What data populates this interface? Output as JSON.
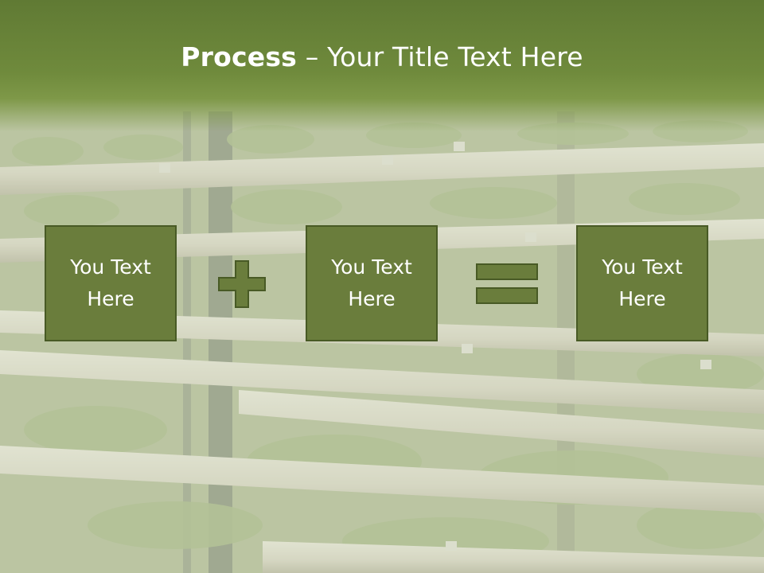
{
  "slide": {
    "title_bold": "Process",
    "title_rest": " – Your Title Text Here",
    "boxes": [
      {
        "label": "You Text\nHere"
      },
      {
        "label": "You Text\nHere"
      },
      {
        "label": "You Text\nHere"
      }
    ],
    "operators": [
      "plus-icon",
      "equals-icon"
    ],
    "colors": {
      "header": "#6a8438",
      "box_fill": "#6a7d3c",
      "box_border": "#485a25",
      "text": "#ffffff"
    }
  }
}
